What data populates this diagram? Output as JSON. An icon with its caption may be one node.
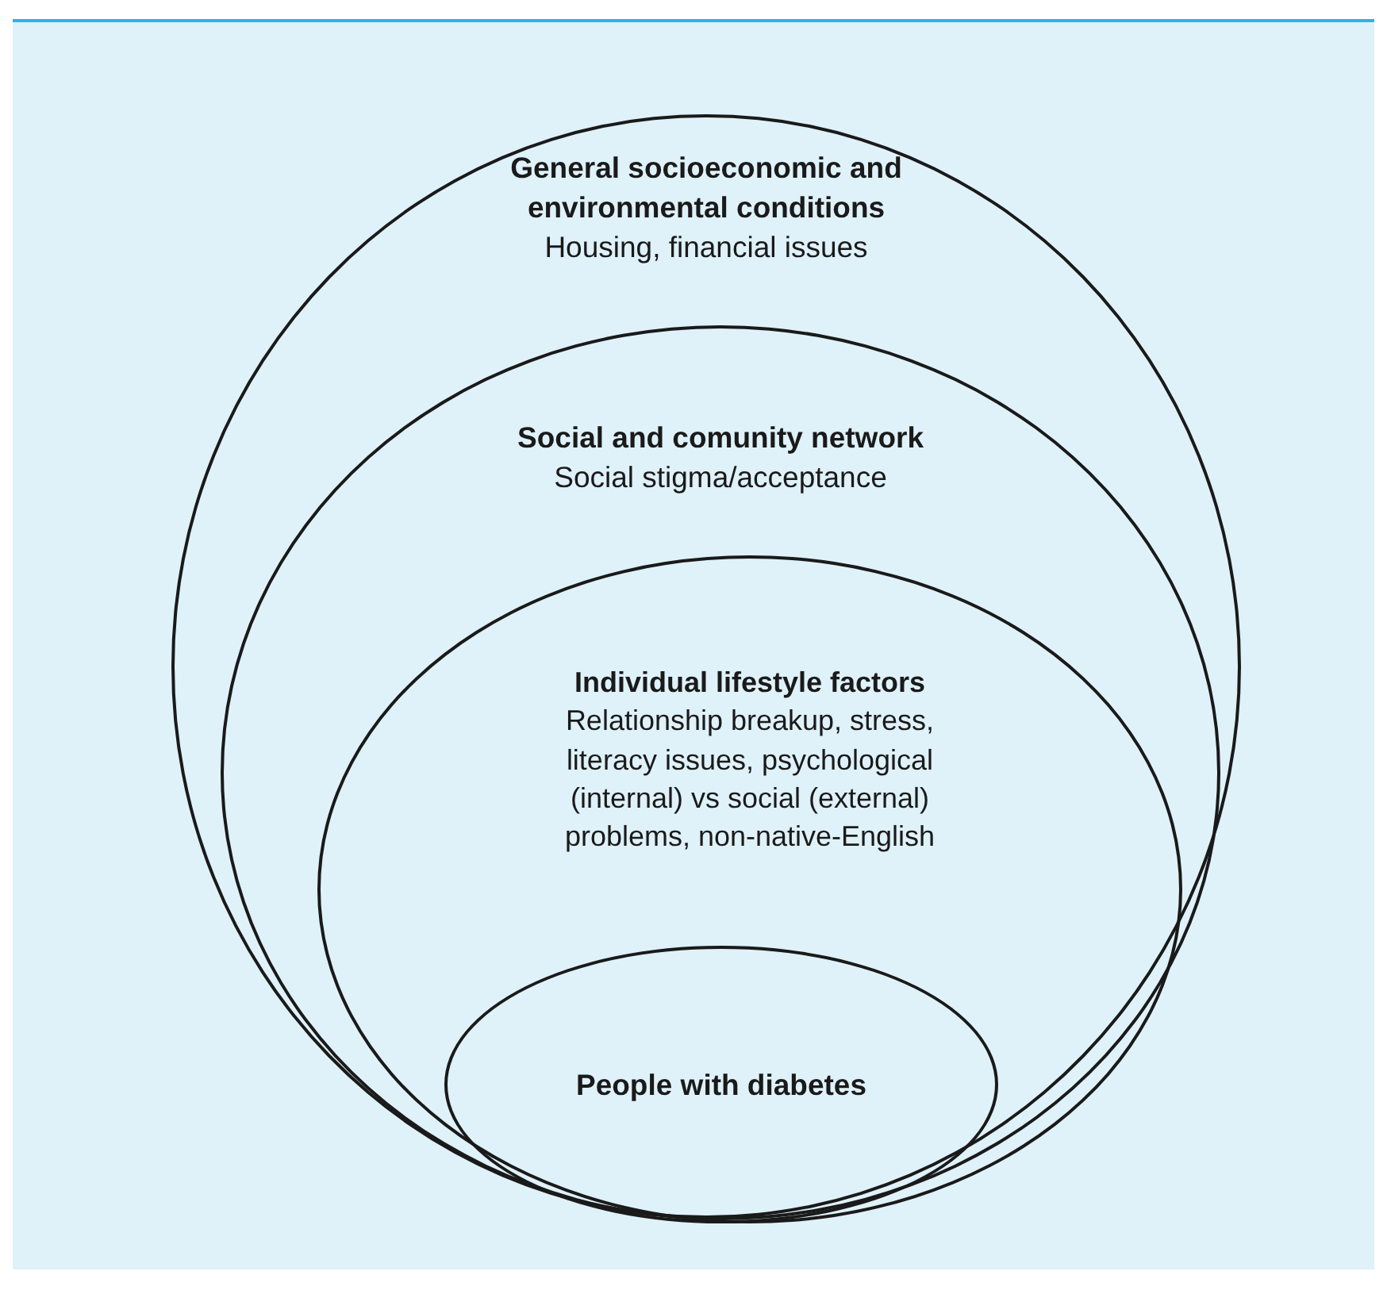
{
  "diagram": {
    "nodes": [
      {
        "text": [
          "General socioeconomic and environmental conditions",
          "Housing, financial issues"
        ]
      },
      {
        "text": [
          "Social and comunity network",
          "Social stigma/acceptance"
        ],
        "in": 0
      },
      {
        "text": [
          "Individual lifestyle factors",
          "Relationship breakup, stress, literacy issues, psychological (internal) vs social (external) problems, non-native-English"
        ],
        "in": 1
      },
      {
        "text": [
          "People with diabetes"
        ],
        "in": 2
      }
    ]
  }
}
